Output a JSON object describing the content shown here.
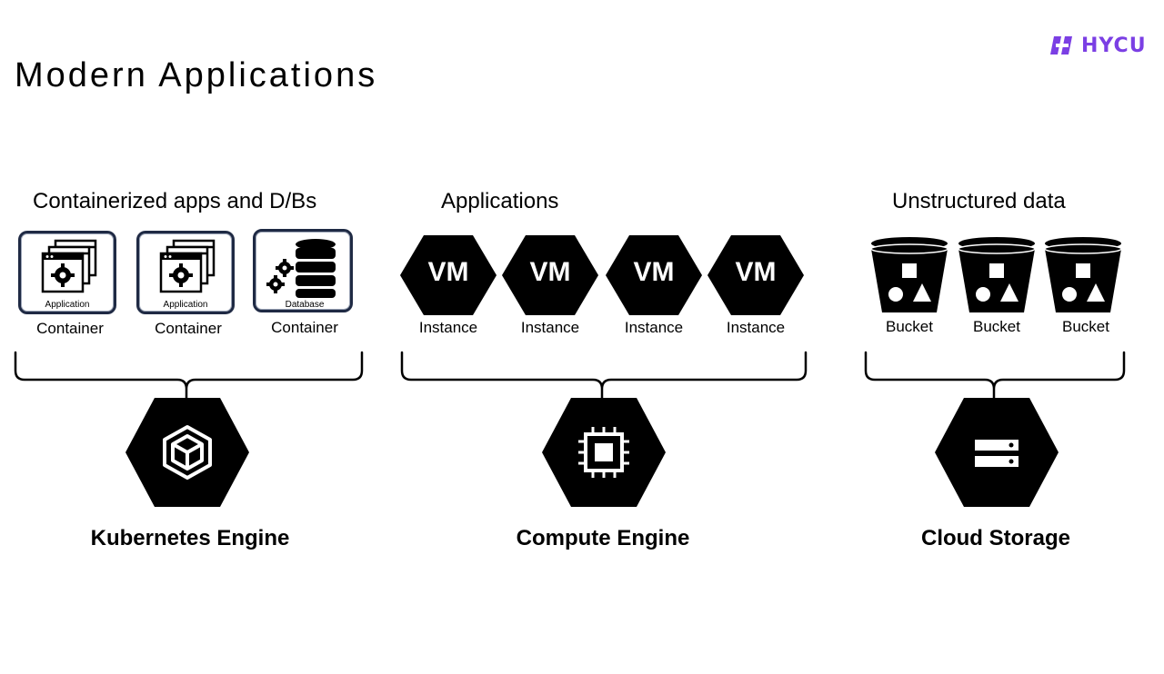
{
  "slide": {
    "title": "Modern Applications",
    "logo_text": "HYCU",
    "brand_color": "#7b3fe4"
  },
  "groups": {
    "containers": {
      "title": "Containerized apps and D/Bs",
      "items": [
        {
          "inner_label": "Application",
          "label": "Container",
          "icon": "application-window-gear-icon"
        },
        {
          "inner_label": "Application",
          "label": "Container",
          "icon": "application-window-gear-icon"
        },
        {
          "inner_label": "Database",
          "label": "Container",
          "icon": "database-gears-icon"
        }
      ],
      "engine": {
        "label": "Kubernetes Engine",
        "icon": "kubernetes-engine-icon"
      }
    },
    "applications": {
      "title": "Applications",
      "items": [
        {
          "badge": "VM",
          "label": "Instance"
        },
        {
          "badge": "VM",
          "label": "Instance"
        },
        {
          "badge": "VM",
          "label": "Instance"
        },
        {
          "badge": "VM",
          "label": "Instance"
        }
      ],
      "engine": {
        "label": "Compute Engine",
        "icon": "compute-chip-icon"
      }
    },
    "storage": {
      "title": "Unstructured data",
      "items": [
        {
          "label": "Bucket",
          "icon": "bucket-shapes-icon"
        },
        {
          "label": "Bucket",
          "icon": "bucket-shapes-icon"
        },
        {
          "label": "Bucket",
          "icon": "bucket-shapes-icon"
        }
      ],
      "engine": {
        "label": "Cloud Storage",
        "icon": "storage-server-icon"
      }
    }
  }
}
